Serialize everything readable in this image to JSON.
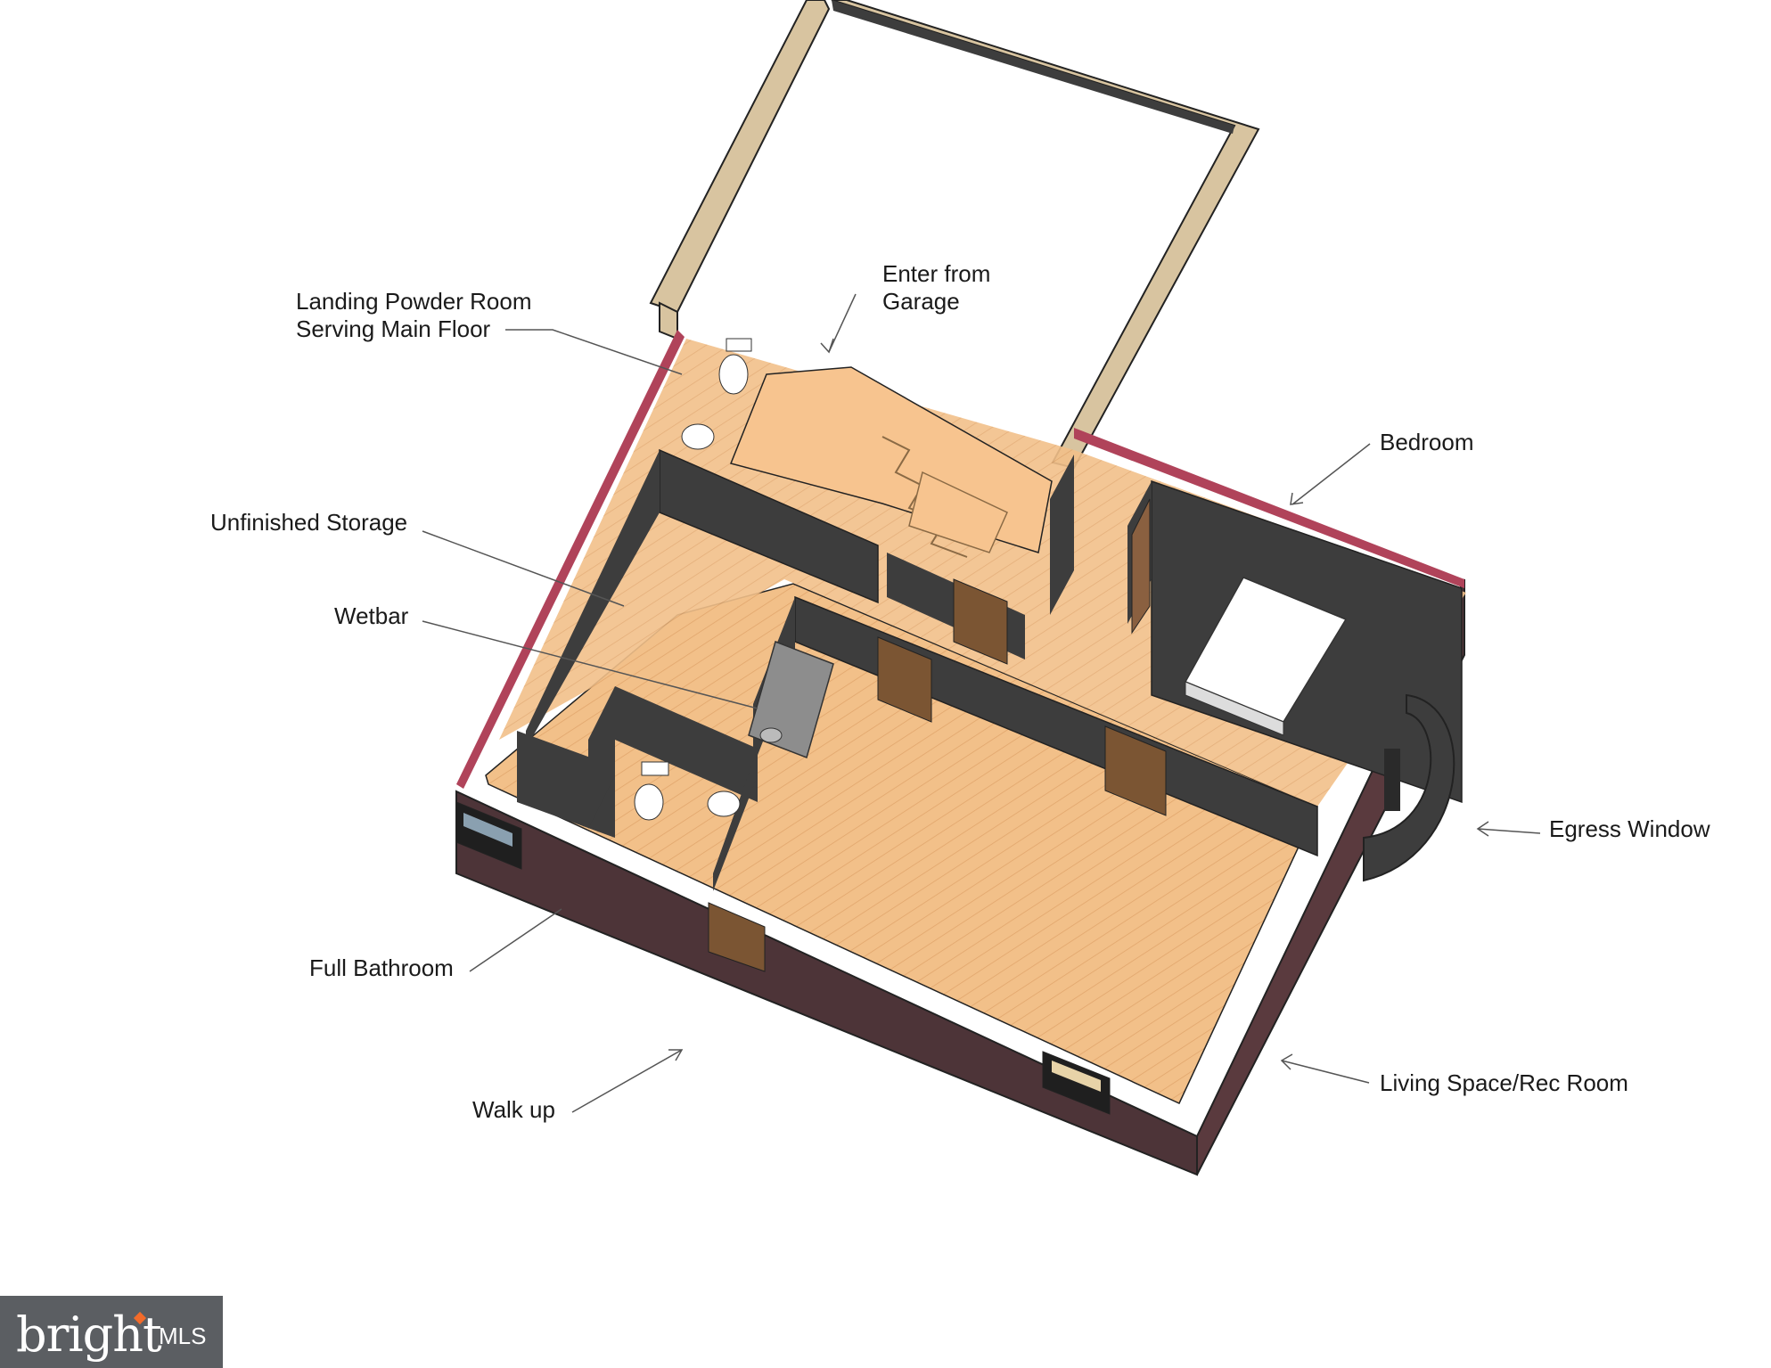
{
  "labels": {
    "landing_powder_line1": "Landing Powder Room",
    "landing_powder_line2": "Serving Main Floor",
    "enter_line1": "Enter from",
    "enter_line2": "Garage",
    "bedroom": "Bedroom",
    "unfinished_storage": "Unfinished Storage",
    "wetbar": "Wetbar",
    "egress_window": "Egress Window",
    "full_bathroom": "Full Bathroom",
    "walk_up": "Walk up",
    "living_space": "Living Space/Rec Room"
  },
  "watermark": {
    "brand": "bright",
    "suffix": "MLS"
  },
  "colors": {
    "floor_wood": "#f2c089",
    "floor_stair": "#f7c48f",
    "wall_dark": "#3d3d3d",
    "wall_top": "#d8c4a0",
    "exterior_brick": "#4d3438",
    "door": "#7b5533",
    "fixture": "#ffffff",
    "watermark_bg": "#5b5e62"
  }
}
